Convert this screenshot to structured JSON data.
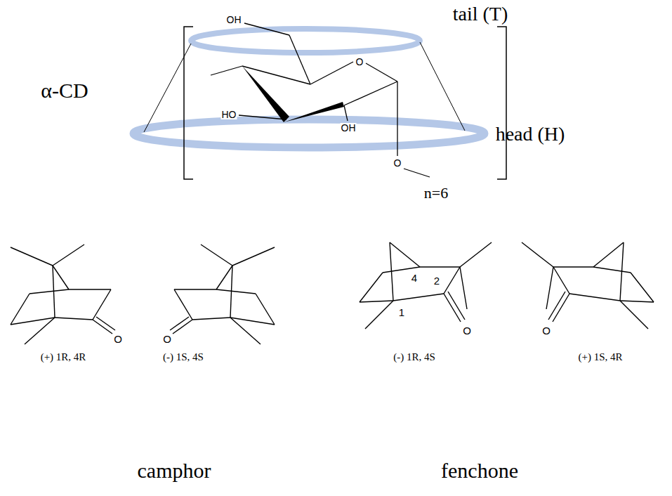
{
  "diagram": {
    "labels": [
      "α-CD",
      "tail (T)",
      "head (H)",
      "OH",
      "O",
      "HO",
      "OH",
      "O",
      "n=6",
      "O",
      "(+) 1R, 4R",
      "O",
      "(-) 1S, 4S",
      "4",
      "2",
      "1",
      "O",
      "(-) 1R, 4S",
      "O",
      "(+) 1S, 4R",
      "camphor",
      "fenchone"
    ]
  }
}
